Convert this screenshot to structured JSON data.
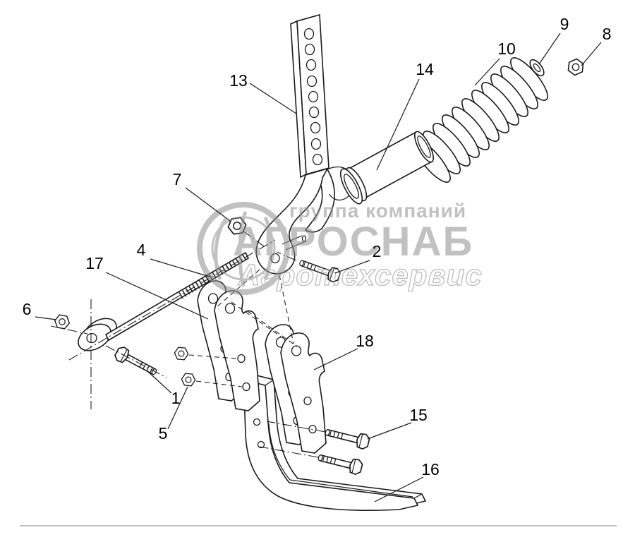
{
  "diagram": {
    "style": {
      "background": "#ffffff",
      "line_color": "#1a1a1a",
      "watermark_color": "#8f8f8f"
    },
    "watermark": {
      "line1": "группа компаний",
      "line2": "АГРОСНАБ",
      "line3": "Агротехсервис"
    },
    "callouts": [
      {
        "part": "13"
      },
      {
        "part": "9"
      },
      {
        "part": "8"
      },
      {
        "part": "10"
      },
      {
        "part": "14"
      },
      {
        "part": "7"
      },
      {
        "part": "4"
      },
      {
        "part": "2"
      },
      {
        "part": "17"
      },
      {
        "part": "6"
      },
      {
        "part": "1"
      },
      {
        "part": "5"
      },
      {
        "part": "18"
      },
      {
        "part": "15"
      },
      {
        "part": "16"
      }
    ]
  }
}
